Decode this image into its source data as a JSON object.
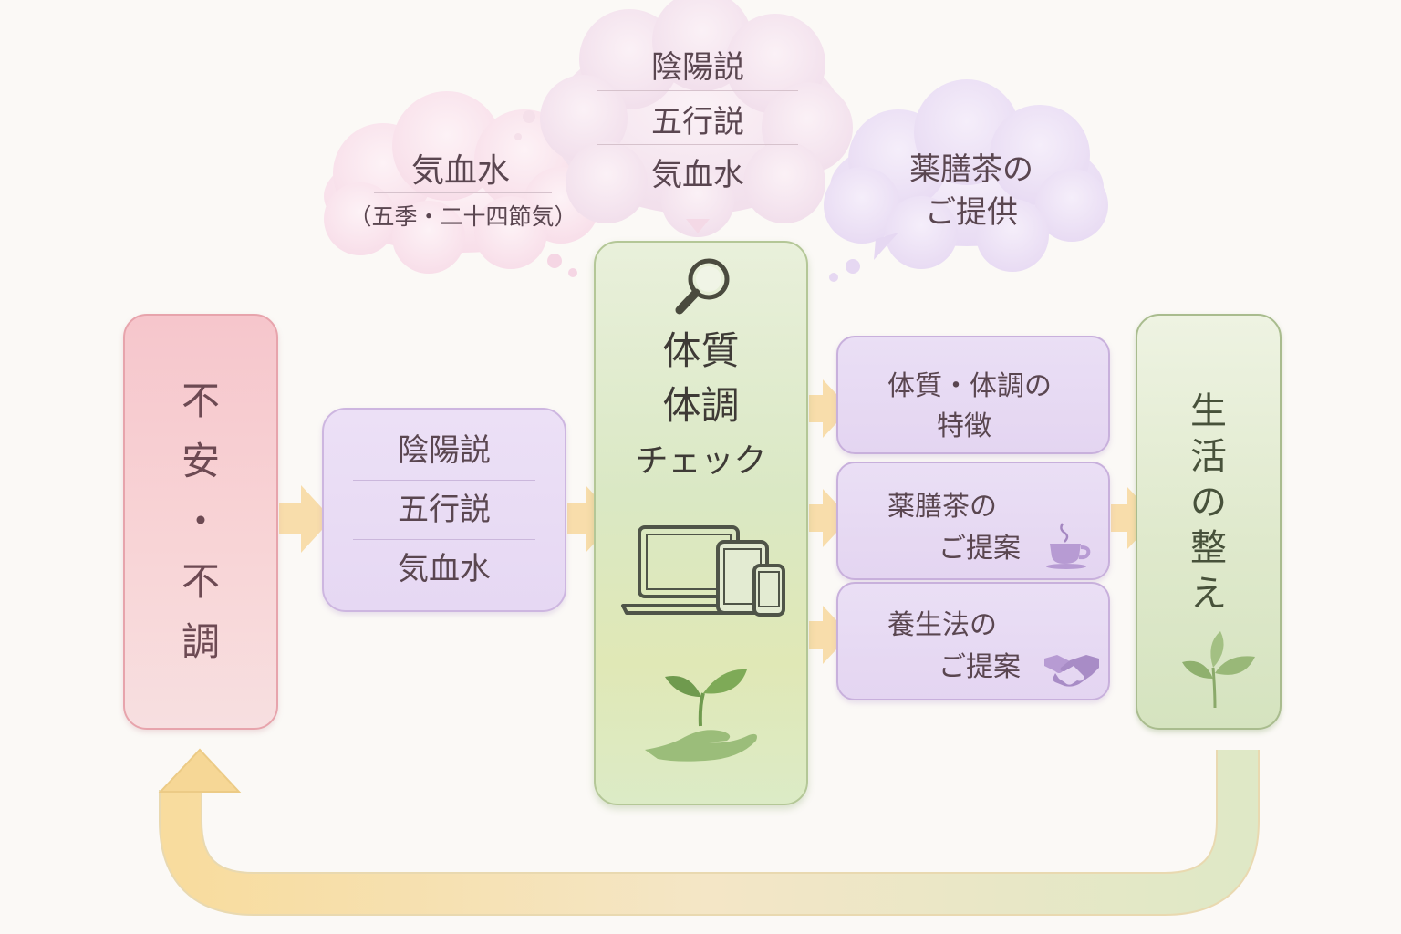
{
  "flow": {
    "start": {
      "label": "不安・不調",
      "chars": [
        "不",
        "安",
        "・",
        "不",
        "調"
      ]
    },
    "theory": {
      "items": [
        "陰陽説",
        "五行説",
        "気血水"
      ]
    },
    "check": {
      "line1": "体質",
      "line2": "体調",
      "line3": "チェック"
    },
    "results": [
      {
        "line1": "体質・体調の",
        "line2": "特徴"
      },
      {
        "line1": "薬膳茶の",
        "line2": "ご提案"
      },
      {
        "line1": "養生法の",
        "line2": "ご提案"
      }
    ],
    "goal": {
      "label": "生活の整え",
      "chars": [
        "生",
        "活",
        "の",
        "整",
        "え"
      ]
    }
  },
  "clouds": {
    "left": {
      "title": "気血水",
      "sub": "（五季・二十四節気）"
    },
    "center": {
      "items": [
        "陰陽説",
        "五行説",
        "気血水"
      ]
    },
    "right": {
      "line1": "薬膳茶の",
      "line2": "ご提供"
    }
  },
  "icons": [
    "magnifier-icon",
    "devices-icon",
    "sprout-hand-icon",
    "tea-cup-icon",
    "handshake-icon",
    "sprout-icon"
  ],
  "colors": {
    "pink": "#f6c6cc",
    "purple": "#e6d8f3",
    "green": "#dae8c4",
    "arrow": "#f7d9a3"
  }
}
